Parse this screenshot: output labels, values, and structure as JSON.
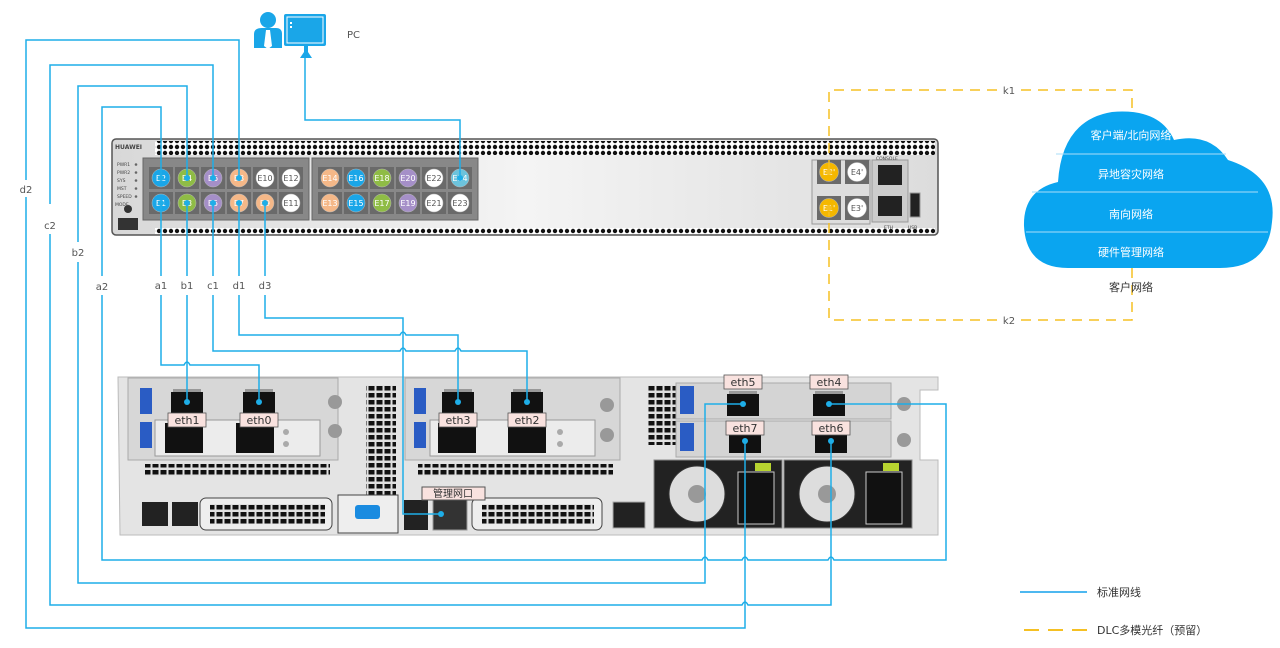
{
  "pc": {
    "label": "PC"
  },
  "switch": {
    "brand": "HUAWEI",
    "status_labels": [
      "PWR1",
      "PWR2",
      "SYS",
      "MST",
      "SPEED"
    ],
    "mode_label": "MODE",
    "console_label": "CONSOLE",
    "eth_label": "ETH",
    "usb_label": "USB",
    "ports": [
      {
        "id": "E2",
        "color": "#1aa6e8",
        "text": "#ffffff"
      },
      {
        "id": "E4",
        "color": "#8fbc45",
        "text": "#ffffff"
      },
      {
        "id": "E6",
        "color": "#a58fc8",
        "text": "#ffffff"
      },
      {
        "id": "E8",
        "color": "#f5b888",
        "text": "#ffffff"
      },
      {
        "id": "E10",
        "color": "#ffffff",
        "text": "#555555"
      },
      {
        "id": "E12",
        "color": "#ffffff",
        "text": "#555555"
      },
      {
        "id": "E1",
        "color": "#1aa6e8",
        "text": "#ffffff"
      },
      {
        "id": "E3",
        "color": "#8fbc45",
        "text": "#ffffff"
      },
      {
        "id": "E5",
        "color": "#a58fc8",
        "text": "#ffffff"
      },
      {
        "id": "E7",
        "color": "#f5b888",
        "text": "#ffffff"
      },
      {
        "id": "E9",
        "color": "#f5b888",
        "text": "#ffffff"
      },
      {
        "id": "E11",
        "color": "#ffffff",
        "text": "#555555"
      },
      {
        "id": "E14",
        "color": "#f5b888",
        "text": "#ffffff"
      },
      {
        "id": "E16",
        "color": "#1aa6e8",
        "text": "#ffffff"
      },
      {
        "id": "E18",
        "color": "#8fbc45",
        "text": "#ffffff"
      },
      {
        "id": "E20",
        "color": "#a58fc8",
        "text": "#ffffff"
      },
      {
        "id": "E22",
        "color": "#ffffff",
        "text": "#555555"
      },
      {
        "id": "E24",
        "color": "#6cc3dc",
        "text": "#ffffff"
      },
      {
        "id": "E13",
        "color": "#f5b888",
        "text": "#ffffff"
      },
      {
        "id": "E15",
        "color": "#1aa6e8",
        "text": "#ffffff"
      },
      {
        "id": "E17",
        "color": "#8fbc45",
        "text": "#ffffff"
      },
      {
        "id": "E19",
        "color": "#a58fc8",
        "text": "#ffffff"
      },
      {
        "id": "E21",
        "color": "#ffffff",
        "text": "#555555"
      },
      {
        "id": "E23",
        "color": "#ffffff",
        "text": "#555555"
      }
    ],
    "sfp_ports": [
      {
        "id": "E2'",
        "color": "#f5b800",
        "text": "#ffffff"
      },
      {
        "id": "E4'",
        "color": "#ffffff",
        "text": "#555555"
      },
      {
        "id": "E1'",
        "color": "#f5b800",
        "text": "#ffffff"
      },
      {
        "id": "E3'",
        "color": "#ffffff",
        "text": "#555555"
      }
    ]
  },
  "cables": {
    "top_labels": [
      "a1",
      "b1",
      "c1",
      "d1",
      "d3"
    ],
    "side_labels": [
      "d2",
      "c2",
      "b2",
      "a2"
    ],
    "fiber_labels": [
      "k1",
      "k2"
    ]
  },
  "server": {
    "eth_ports": [
      "eth1",
      "eth0",
      "eth3",
      "eth2",
      "eth5",
      "eth4",
      "eth7",
      "eth6"
    ],
    "mgmt_label": "管理网口"
  },
  "cloud": {
    "sections": [
      "客户端/北向网络",
      "异地容灾网络",
      "南向网络",
      "硬件管理网络"
    ],
    "caption": "客户网络"
  },
  "legend": {
    "items": [
      {
        "label": "标准网线",
        "style": "solid",
        "color": "#4db8f0"
      },
      {
        "label": "DLC多模光纤（预留）",
        "style": "dashed",
        "color": "#f5c023"
      }
    ]
  },
  "colors": {
    "cable": "#1eaee8",
    "fiber": "#f5c023",
    "cloud": "#0aa5f0"
  }
}
